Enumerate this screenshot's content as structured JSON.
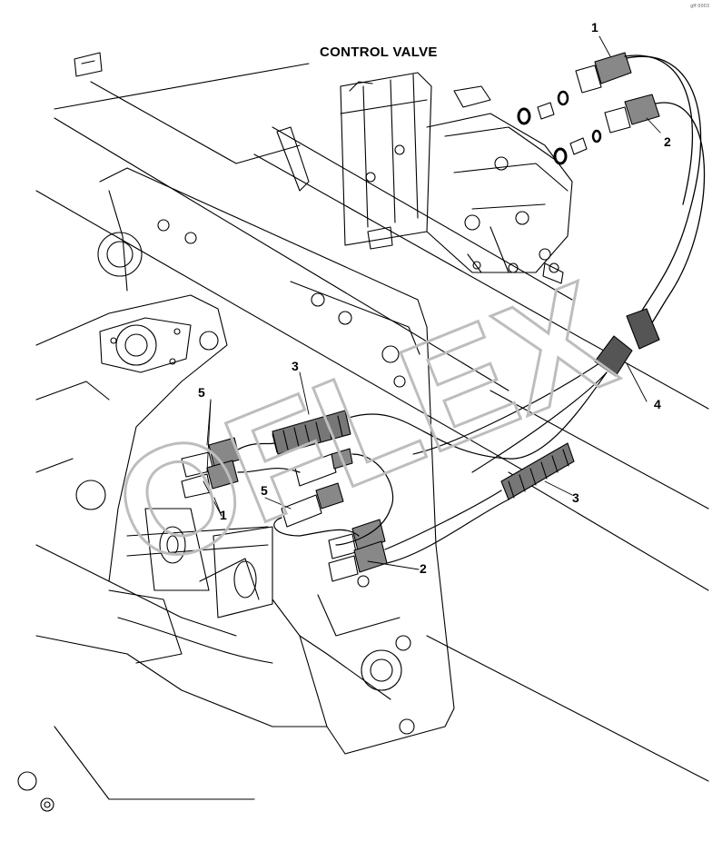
{
  "title": "CONTROL VALVE",
  "watermark": "OFLEX",
  "corner_code": "gff 0003",
  "callouts": [
    {
      "id": "c1-top",
      "label": "1"
    },
    {
      "id": "c2-top",
      "label": "2"
    },
    {
      "id": "c3-upper",
      "label": "3"
    },
    {
      "id": "c5-upper",
      "label": "5"
    },
    {
      "id": "c4",
      "label": "4"
    },
    {
      "id": "c5-lower",
      "label": "5"
    },
    {
      "id": "c1-lower",
      "label": "1"
    },
    {
      "id": "c3-lower",
      "label": "3"
    },
    {
      "id": "c2-lower",
      "label": "2"
    }
  ],
  "colors": {
    "line": "#000000",
    "watermark": "#bdbdbd",
    "background": "#ffffff"
  }
}
